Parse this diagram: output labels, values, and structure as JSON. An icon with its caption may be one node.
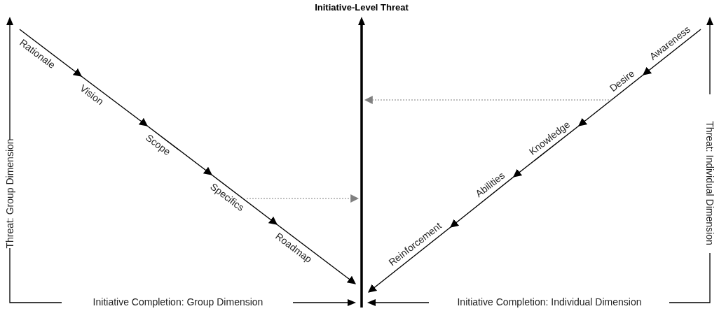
{
  "diagram": {
    "title": "Initiative-Level Threat",
    "nodes": [
      {
        "text": [
          "Rationale"
        ]
      },
      {
        "text": [
          "Vision"
        ]
      },
      {
        "text": [
          "Scope"
        ]
      },
      {
        "text": [
          "Specifics"
        ]
      },
      {
        "text": [
          "Roadmap"
        ]
      },
      {
        "text": [
          "Awareness"
        ]
      },
      {
        "text": [
          "Desire"
        ]
      },
      {
        "text": [
          "Knowledge"
        ]
      },
      {
        "text": [
          "Abilities"
        ]
      },
      {
        "text": [
          "Reinforcement"
        ]
      },
      {
        "text": [],
        "shape": "bar"
      }
    ],
    "edges": [
      {
        "from": 0,
        "to": 1,
        "arrow": "to"
      },
      {
        "from": 1,
        "to": 2,
        "arrow": "to"
      },
      {
        "from": 2,
        "to": 3,
        "arrow": "to"
      },
      {
        "from": 3,
        "to": 4,
        "arrow": "to"
      },
      {
        "from": 4,
        "to": 10,
        "arrow": "to"
      },
      {
        "from": 5,
        "to": 6,
        "arrow": "to"
      },
      {
        "from": 6,
        "to": 7,
        "arrow": "to"
      },
      {
        "from": 7,
        "to": 8,
        "arrow": "to"
      },
      {
        "from": 8,
        "to": 9,
        "arrow": "to"
      },
      {
        "from": 9,
        "to": 10,
        "arrow": "to"
      },
      {
        "from": 3,
        "to": 10,
        "arrow": "to",
        "style": "dashed",
        "color": "#808080"
      },
      {
        "from": 6,
        "to": 10,
        "arrow": "to",
        "style": "dashed",
        "color": "#808080"
      }
    ],
    "labels": [
      "Threat: Group Dimension",
      "Initiative Completion: Group Dimension",
      "Initiative Completion: Individual Dimension",
      "Threat: Individual Dimension"
    ]
  }
}
